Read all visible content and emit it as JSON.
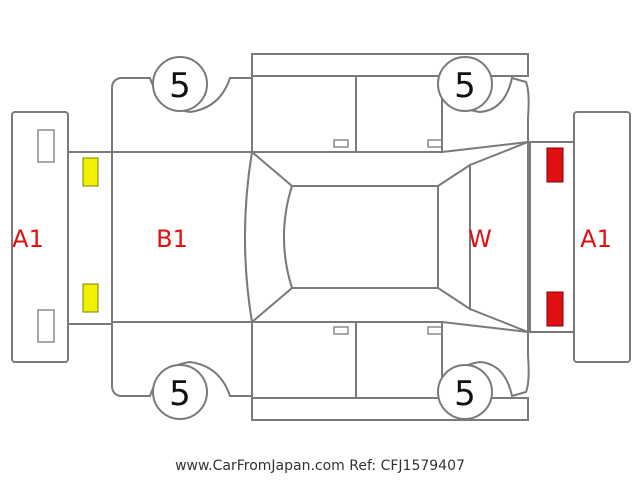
{
  "labels": {
    "front_bumper": "A1",
    "rear_bumper": "A1",
    "hood": "B1",
    "windshield": "W"
  },
  "tires": {
    "front_top": "5",
    "rear_top": "5",
    "front_bottom": "5",
    "rear_bottom": "5"
  },
  "watermark": "www.CarFromJapan.com Ref: CFJ1579407",
  "colors": {
    "damage_text": "#e01010",
    "marker_yellow": "#f0f000",
    "marker_red": "#e01010",
    "outline": "#7a7a7a"
  }
}
